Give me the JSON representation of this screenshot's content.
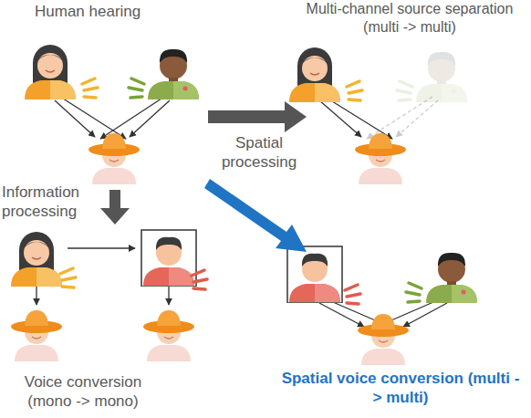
{
  "diagram": {
    "labels": [
      "Human hearing",
      "Multi-channel source separation (multi -> multi)",
      "Spatial processing",
      "Information processing",
      "Voice conversion (mono -> mono)",
      "Spatial voice conversion (multi -> multi)"
    ]
  }
}
